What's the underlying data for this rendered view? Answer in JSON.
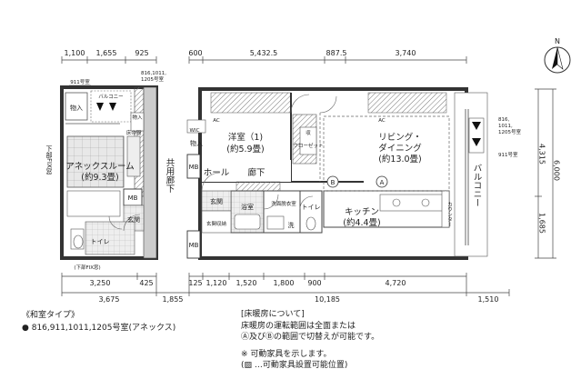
{
  "top_dims_left": [
    "1,100",
    "1,655",
    "925"
  ],
  "top_dims_right": [
    "600",
    "5,432.5",
    "887.5",
    "3,740"
  ],
  "unit_label_annex": "911号室",
  "unit_label_annex_right": [
    "816,1011,",
    "1205号室"
  ],
  "bottom_dims_row1_left": [
    "3,250",
    "425"
  ],
  "bottom_dims_row1_right": [
    "125",
    "1,120",
    "1,520",
    "1,800",
    "900",
    "4,720"
  ],
  "bottom_dims_row2": [
    "3,675",
    "1,855",
    "10,185",
    "1,510"
  ],
  "right_dims": [
    "4,315",
    "6,000",
    "1,685"
  ],
  "north_label": "N",
  "rooms": {
    "annex_storage": "物入",
    "annex_balcony": "バルコニー",
    "annex_tokonoma": "床の間",
    "annex_storage2": "物入",
    "annex_room": "アネックスルーム",
    "annex_room_size": "(約9.3畳)",
    "annex_mb": "MB",
    "annex_genkan": "玄関",
    "annex_toilet": "トイレ",
    "annex_left_corridor": "下部FIX窓",
    "annex_bottom_note": "(下部FIX窓)",
    "common_corridor": "共用廊下",
    "western_room": "洋室（1)",
    "western_size": "(約5.9畳)",
    "wic": "WIC",
    "storage_main": "物入",
    "closet": "クローゼット",
    "storage_small": "収",
    "hall": "ホール",
    "corridor": "廊下",
    "mb1": "MB",
    "mb2": "MB",
    "mb3": "MB",
    "genkan": "玄関",
    "shoe": "玄関収納",
    "bath": "浴室",
    "wash": "洗面脱衣室",
    "wash_machine": "洗",
    "toilet": "トイレ",
    "living": "リビング・",
    "dining": "ダイニング",
    "living_size": "(約13.0畳)",
    "kitchen": "キッチン",
    "kitchen_size": "(約4.4畳)",
    "balcony": "バルコニー",
    "counter": "カウンター",
    "area_b": "B",
    "area_a": "A",
    "unit_right": [
      "816,",
      "1011,",
      "1205号室"
    ],
    "unit_right2": "911号室",
    "ac": "AC",
    "ac2": "AC"
  },
  "type_block": {
    "title": "《和室タイプ》",
    "units": "● 816,911,1011,1205号室(アネックス)"
  },
  "notes": {
    "title": "[床暖房について]",
    "line1": "床暖房の運転範囲は全面または",
    "line2": "Ⓐ及びⒷの範囲で切替えが可能です。",
    "line3": "※ 可動家具を示します。",
    "line4": "(▨ …可動家具設置可能位置)"
  }
}
